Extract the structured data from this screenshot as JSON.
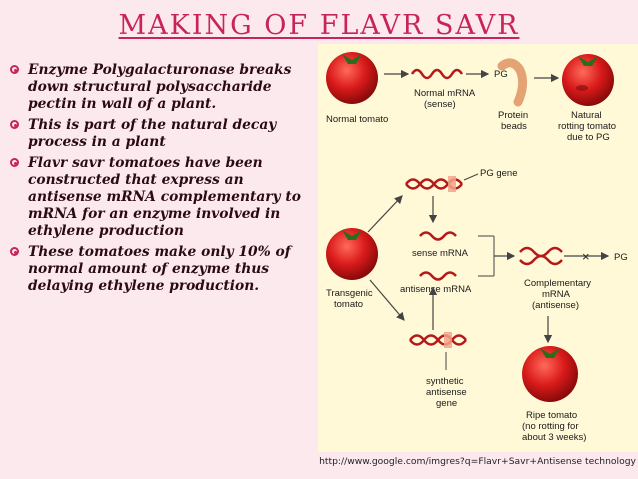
{
  "title": "MAKING OF FLAVR SAVR",
  "bullets": [
    "Enzyme Polygalacturonase breaks down structural polysaccharide pectin in wall of a plant.",
    "This is part of the natural decay process in a plant",
    "Flavr savr tomatoes have been constructed that  express an antisense mRNA complementary to  mRNA for an enzyme involved in ethylene production",
    "These tomatoes make only 10% of normal amount of enzyme thus delaying ethylene production."
  ],
  "figure": {
    "pg": "PG",
    "normal_mrna": "Normal mRNA",
    "sense_paren": "(sense)",
    "normal_tomato": "Normal tomato",
    "protein": "Protein",
    "beads": "beads",
    "natural": "Natural",
    "rotting_tomato": "rotting tomato",
    "due_to_pg": "due to PG",
    "pg_gene": "PG gene",
    "sense_mrna": "sense mRNA",
    "transgenic": "Transgenic",
    "tomato": "tomato",
    "antisense_mrna": "antisense mRNA",
    "complementary": "Complementary",
    "mrna": "mRNA",
    "antisense_paren": "(antisense)",
    "pg_blocked": "PG",
    "synthetic": "synthetic",
    "antisense": "antisense",
    "gene": "gene",
    "ripe_tomato": "Ripe tomato",
    "no_rotting": "(no rotting for",
    "about_weeks": "about 3 weeks)"
  },
  "caption": "http://www.google.com/imgres?q=Flavr+Savr+Antisense technology",
  "colors": {
    "title": "#c8235a",
    "tomato": "#d91a1a",
    "dna": "#b51a1a"
  }
}
